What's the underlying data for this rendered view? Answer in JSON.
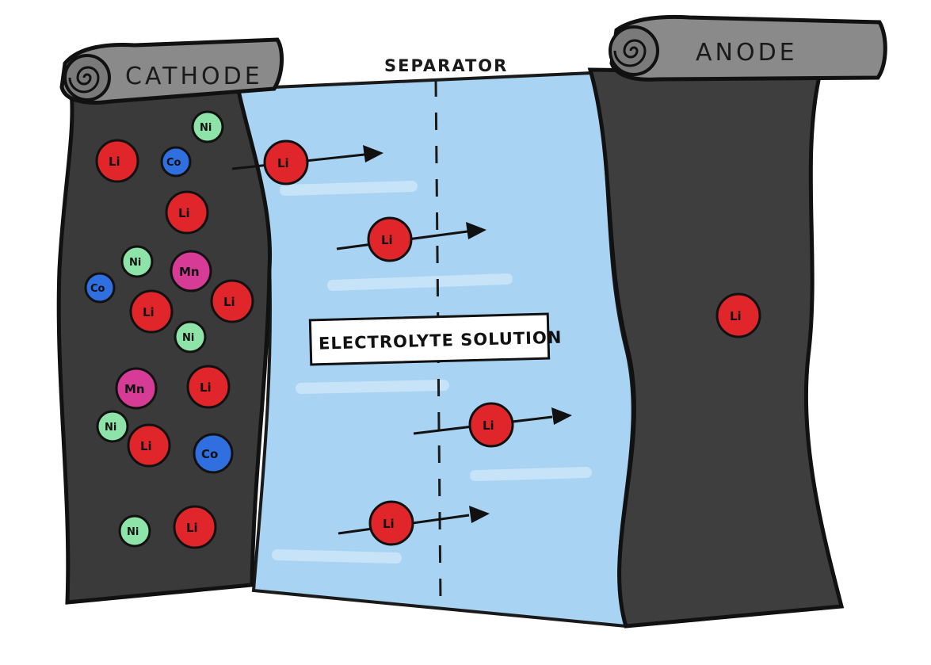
{
  "labels": {
    "cathode": "CATHODE",
    "anode": "ANODE",
    "separator": "SEPARATOR",
    "electrolyte": "ELECTROLYTE SOLUTION"
  },
  "ion_labels": {
    "li": "Li",
    "co": "Co",
    "ni": "Ni",
    "mn": "Mn"
  },
  "colors": {
    "electrode_dark": "#3a3a3a",
    "scroll_gray": "#8a8a8a",
    "electrolyte_blue": "#a9d3f3",
    "li": "#e0262a",
    "co": "#2f6fe0",
    "ni": "#8ee3a8",
    "mn": "#d63b95"
  }
}
